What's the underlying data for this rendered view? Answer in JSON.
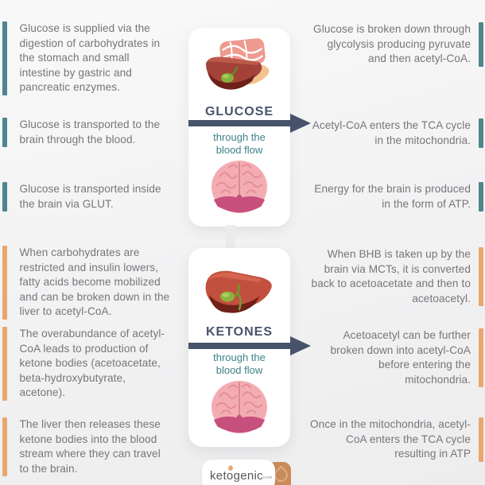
{
  "colors": {
    "teal": "#4e868c",
    "orange": "#e9a770",
    "slate": "#47536b",
    "body-text": "#76767a",
    "subtitle-teal": "#3d8288",
    "card-bg": "#ffffff",
    "logo-orange": "#c98a5c"
  },
  "left_column": {
    "blocks": [
      {
        "text": "Glucose is supplied via the digestion of carbohydrates in the stomach and small intestine by gastric and pancreatic enzymes.",
        "accent": "teal"
      },
      {
        "text": "Glucose is transported to the brain through the blood.",
        "accent": "teal"
      },
      {
        "text": "Glucose is transported inside the brain via GLUT.",
        "accent": "teal"
      },
      {
        "text": "When carbohydrates are restricted and insulin lowers, fatty acids become mobilized and can be broken down in the liver to acetyl-CoA.",
        "accent": "orange"
      },
      {
        "text": "The overabundance of acetyl-CoA leads to production of ketone bodies (acetoacetate, beta-hydroxybutyrate, acetone).",
        "accent": "orange"
      },
      {
        "text": "The liver then releases these ketone bodies into the blood stream where they can travel to the brain.",
        "accent": "orange"
      }
    ]
  },
  "right_column": {
    "blocks": [
      {
        "text": "Glucose is broken down through glycolysis producing pyruvate and then acetyl-CoA.",
        "accent": "teal"
      },
      {
        "text": "Acetyl-CoA enters the TCA cycle in the mitochondria.",
        "accent": "teal"
      },
      {
        "text": "Energy for the brain is produced in the form of ATP.",
        "accent": "teal"
      },
      {
        "text": "When BHB is taken up by the brain via MCTs, it is converted back to acetoacetate and then to acetoacetyl.",
        "accent": "orange"
      },
      {
        "text": "Acetoacetyl can be further broken down into acetyl-CoA before entering the mitochondria.",
        "accent": "orange"
      },
      {
        "text": "Once in the mitochondria, acetyl-CoA enters the TCA cycle resulting in ATP",
        "accent": "orange"
      }
    ]
  },
  "center": {
    "glucose_card": {
      "title": "GLUCOSE",
      "subtitle": "through the blood flow",
      "top_icon": "digestive-system-illustration",
      "bottom_icon": "brain-illustration"
    },
    "ketones_card": {
      "title": "KETONES",
      "subtitle": "through the blood flow",
      "top_icon": "liver-illustration",
      "bottom_icon": "brain-illustration"
    }
  },
  "footer_logo": {
    "brand_prefix": "ket",
    "brand_o": "o",
    "brand_suffix": "genic",
    "tld": "com",
    "badge_icon": "droplet-icon"
  }
}
